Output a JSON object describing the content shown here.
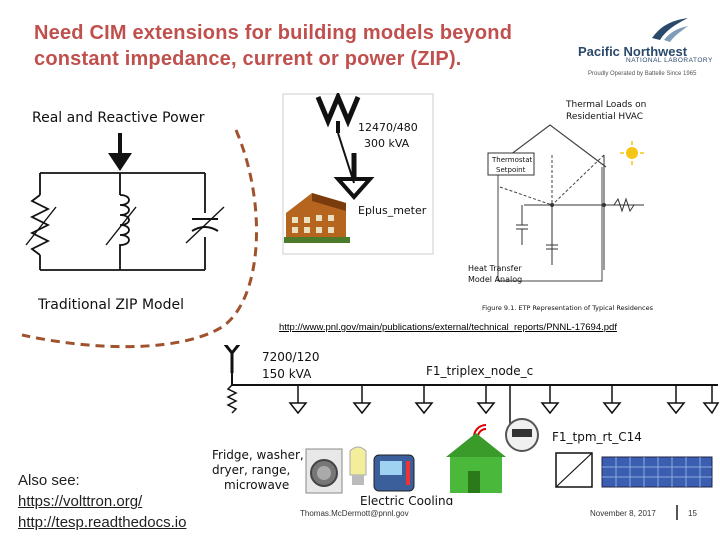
{
  "slide": {
    "title_line1": "Need CIM extensions for building models beyond",
    "title_line2": "constant impedance, current or power (ZIP).",
    "logo": {
      "main": "Pacific Northwest",
      "sub": "NATIONAL LABORATORY",
      "tagline": "Proudly Operated by Battelle Since 1965"
    },
    "zip": {
      "top_label": "Real and Reactive Power",
      "bottom_label": "Traditional ZIP Model"
    },
    "eplus": {
      "transformer": "12470/480",
      "rating": "300 kVA",
      "meter": "Eplus_meter"
    },
    "etp": {
      "title_line1": "Thermal Loads on",
      "title_line2": "Residential HVAC",
      "setpoint_line1": "Thermostat",
      "setpoint_line2": "Setpoint",
      "analog_line1": "Heat Transfer",
      "analog_line2": "Model Analog",
      "caption": "Figure 9.1.  ETP Representation of Typical Residences"
    },
    "report_url": "http://www.pnl.gov/main/publications/external/technical_reports/PNNL-17694.pdf",
    "feeder": {
      "transformer": "7200/120",
      "rating": "150 kVA",
      "node": "F1_triplex_node_c",
      "meter": "F1_tpm_rt_C14",
      "appliances_line1": "Fridge, washer,",
      "appliances_line2": "dryer, range,",
      "appliances_line3": "microwave",
      "cooling": "Electric Cooling"
    },
    "see_also": {
      "label": "Also see:",
      "link1": "https://volttron.org/",
      "link2": "http://tesp.readthedocs.io"
    },
    "footer": {
      "author": "Thomas.McDermott@pnnl.gov",
      "date": "November 8, 2017",
      "page": "15"
    }
  }
}
